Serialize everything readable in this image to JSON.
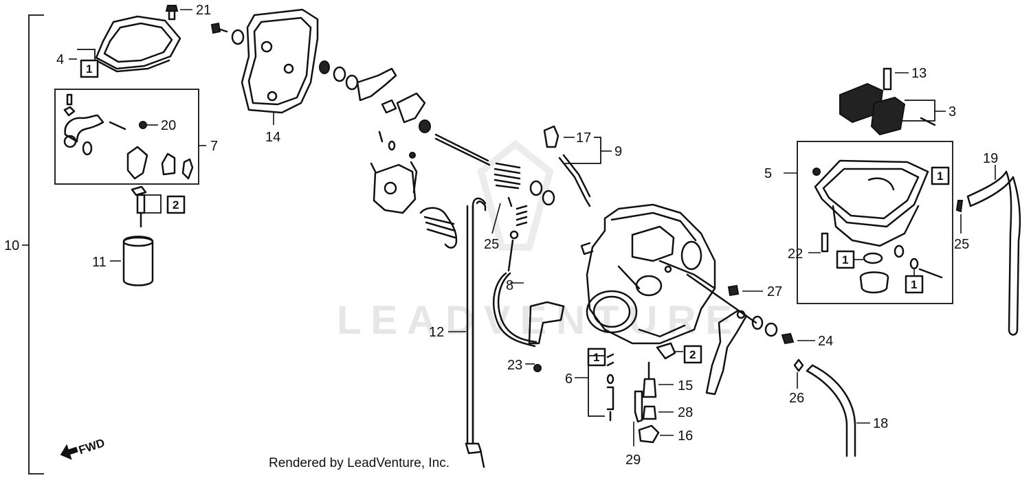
{
  "watermark": "LEADVENTURE",
  "credit": "Rendered by LeadVenture, Inc.",
  "fwd_label": "FWD",
  "callouts": {
    "c1": "1",
    "c2": "2",
    "c3": "3",
    "c4": "4",
    "c5": "5",
    "c6": "6",
    "c7": "7",
    "c8": "8",
    "c9": "9",
    "c10": "10",
    "c11": "11",
    "c12": "12",
    "c13": "13",
    "c14": "14",
    "c15": "15",
    "c16": "16",
    "c17": "17",
    "c18": "18",
    "c19": "19",
    "c20": "20",
    "c21": "21",
    "c22": "22",
    "c23": "23",
    "c24": "24",
    "c25": "25",
    "c26": "26",
    "c27": "27",
    "c28": "28",
    "c29": "29"
  },
  "boxed_labels": {
    "b4": "1",
    "b7": "2",
    "b5": "1",
    "b22": "1",
    "b22b": "1",
    "b6": "1",
    "b16": "2"
  }
}
